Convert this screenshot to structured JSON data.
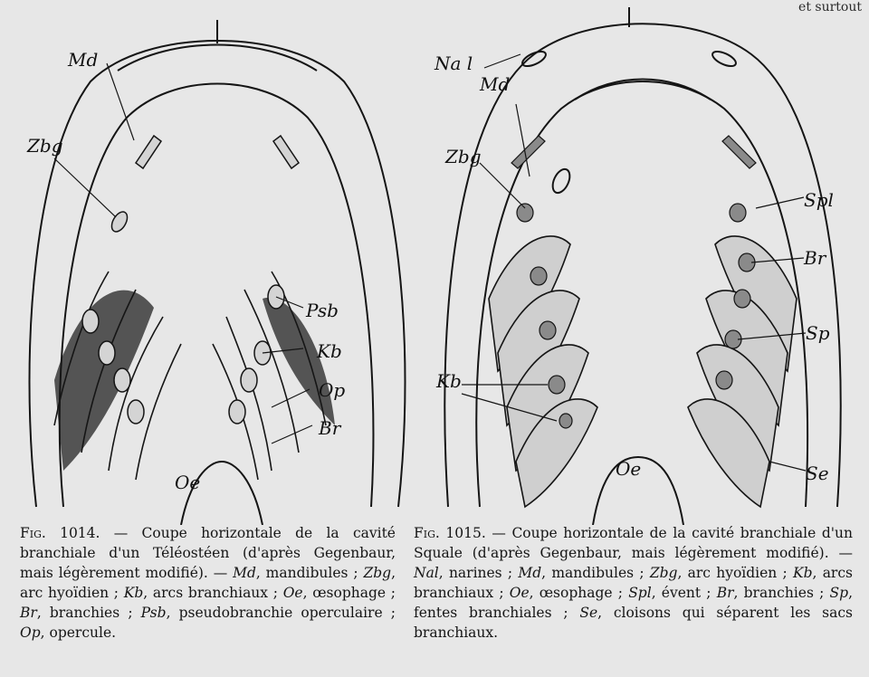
{
  "header": {
    "right_fragment": "et surtout"
  },
  "fig1014": {
    "labels": {
      "md": "Md",
      "zbg": "Zbg",
      "psb": "Psb",
      "kb": "Kb",
      "op": "Op",
      "br": "Br",
      "oe": "Oe"
    },
    "caption": {
      "number": "Fig. 1014.",
      "segments": [
        " — Coupe horizontale de la cavité branchiale d'un Téléostéen (d'après Gegenbaur, mais légèrement modifié). — ",
        "Md",
        ", mandibules ; ",
        "Zbg",
        ", arc hyoïdien ; ",
        "Kb",
        ", arcs branchiaux ; ",
        "Oe",
        ", œsophage ; ",
        "Br",
        ", branchies ; ",
        "Psb",
        ", pseudobranchie operculaire ; ",
        "Op",
        ", opercule."
      ]
    }
  },
  "fig1015": {
    "labels": {
      "nal": "Na l",
      "md": "Md",
      "zbg": "Zbg",
      "spl": "Spl",
      "br": "Br",
      "sp": "Sp",
      "kb": "Kb",
      "oe": "Oe",
      "se": "Se"
    },
    "caption": {
      "number": "Fig. 1015.",
      "segments": [
        " — Coupe horizontale de la cavité branchiale d'un Squale (d'après Gegenbaur, mais légèrement modifié). — ",
        "Nal",
        ", narines ; ",
        "Md",
        ", mandibules ; ",
        "Zbg",
        ", arc hyoïdien ; ",
        "Kb",
        ", arcs branchiaux ; ",
        "Oe",
        ", œsophage ; ",
        "Spl",
        ", évent ; ",
        "Br",
        ", branchies ; ",
        "Sp",
        ", fentes branchiales ; ",
        "Se",
        ", cloisons qui séparent les sacs branchiaux."
      ]
    }
  },
  "colors": {
    "paper": "#e7e7e7",
    "ink": "#151515",
    "bleed": "#bdbdbd"
  }
}
